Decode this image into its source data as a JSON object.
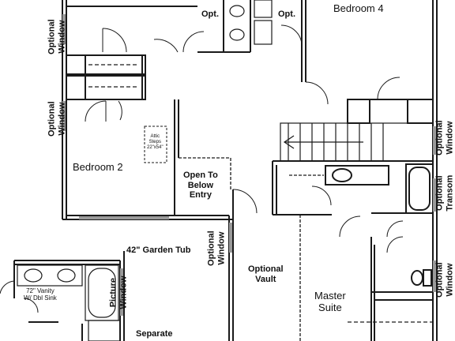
{
  "plan": {
    "labels": {
      "bedroom4": "Bedroom 4",
      "bedroom2": "Bedroom 2",
      "master_suite_line1": "Master",
      "master_suite_line2": "Suite",
      "open_to_below_line1": "Open To",
      "open_to_below_line2": "Below",
      "open_to_below_line3": "Entry",
      "attic_steps_line1": "Attic",
      "attic_steps_line2": "Steps",
      "attic_steps_line3": "22\"x54\"",
      "opt_left": "Opt.",
      "opt_right": "Opt.",
      "optional_vault_line1": "Optional",
      "optional_vault_line2": "Vault",
      "garden_tub": "42\" Garden Tub",
      "vanity_line1": "72\" Vanity",
      "vanity_line2": "W/ Dbl Sink",
      "picture_window_line1": "Picture",
      "picture_window_line2": "Window",
      "separate": "Separate",
      "window_top_left_line1": "Optional",
      "window_top_left_line2": "Window",
      "window_mid_left_line1": "Optional",
      "window_mid_left_line2": "Window",
      "window_center_line1": "Optional",
      "window_center_line2": "Window",
      "window_right_top_line1": "Optional",
      "window_right_top_line2": "Window",
      "window_right_transom_line1": "Optional",
      "window_right_transom_line2": "Transom",
      "window_right_bottom_line1": "Optional",
      "window_right_bottom_line2": "Window"
    },
    "colors": {
      "wall": "#1a1a1a",
      "window": "#9a9a9a",
      "background": "#ffffff"
    }
  }
}
